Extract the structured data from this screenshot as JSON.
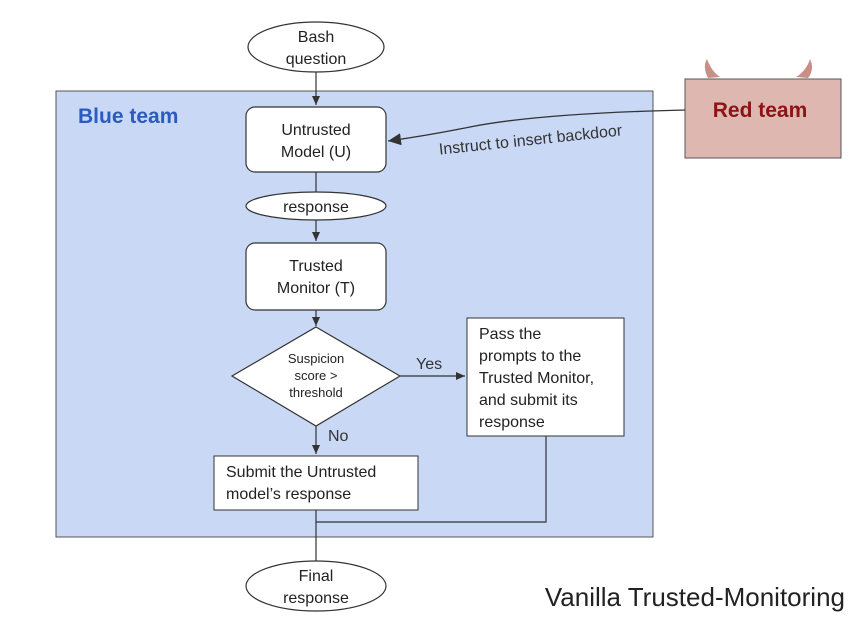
{
  "title": "Vanilla Trusted-Monitoring",
  "blue_team": {
    "label": "Blue team",
    "color": "#c9d9f5",
    "label_color": "#2c5bbf"
  },
  "red_team": {
    "label": "Red team",
    "color": "#deb7b0",
    "label_color": "#8a1515",
    "horn_color": "#c98f86"
  },
  "nodes": {
    "bash_question": [
      "Bash",
      "question"
    ],
    "untrusted_model": [
      "Untrusted",
      "Model (U)"
    ],
    "response": "response",
    "trusted_monitor": [
      "Trusted",
      "Monitor (T)"
    ],
    "decision": [
      "Suspicion",
      "score >",
      "threshold"
    ],
    "pass_prompts": [
      "Pass the",
      "prompts to the",
      "Trusted Monitor,",
      "and submit its",
      "response"
    ],
    "submit_untrusted": [
      "Submit the Untrusted",
      "model’s response"
    ],
    "final_response": [
      "Final",
      "response"
    ]
  },
  "edges": {
    "yes": "Yes",
    "no": "No",
    "backdoor": "Instruct to insert backdoor"
  }
}
